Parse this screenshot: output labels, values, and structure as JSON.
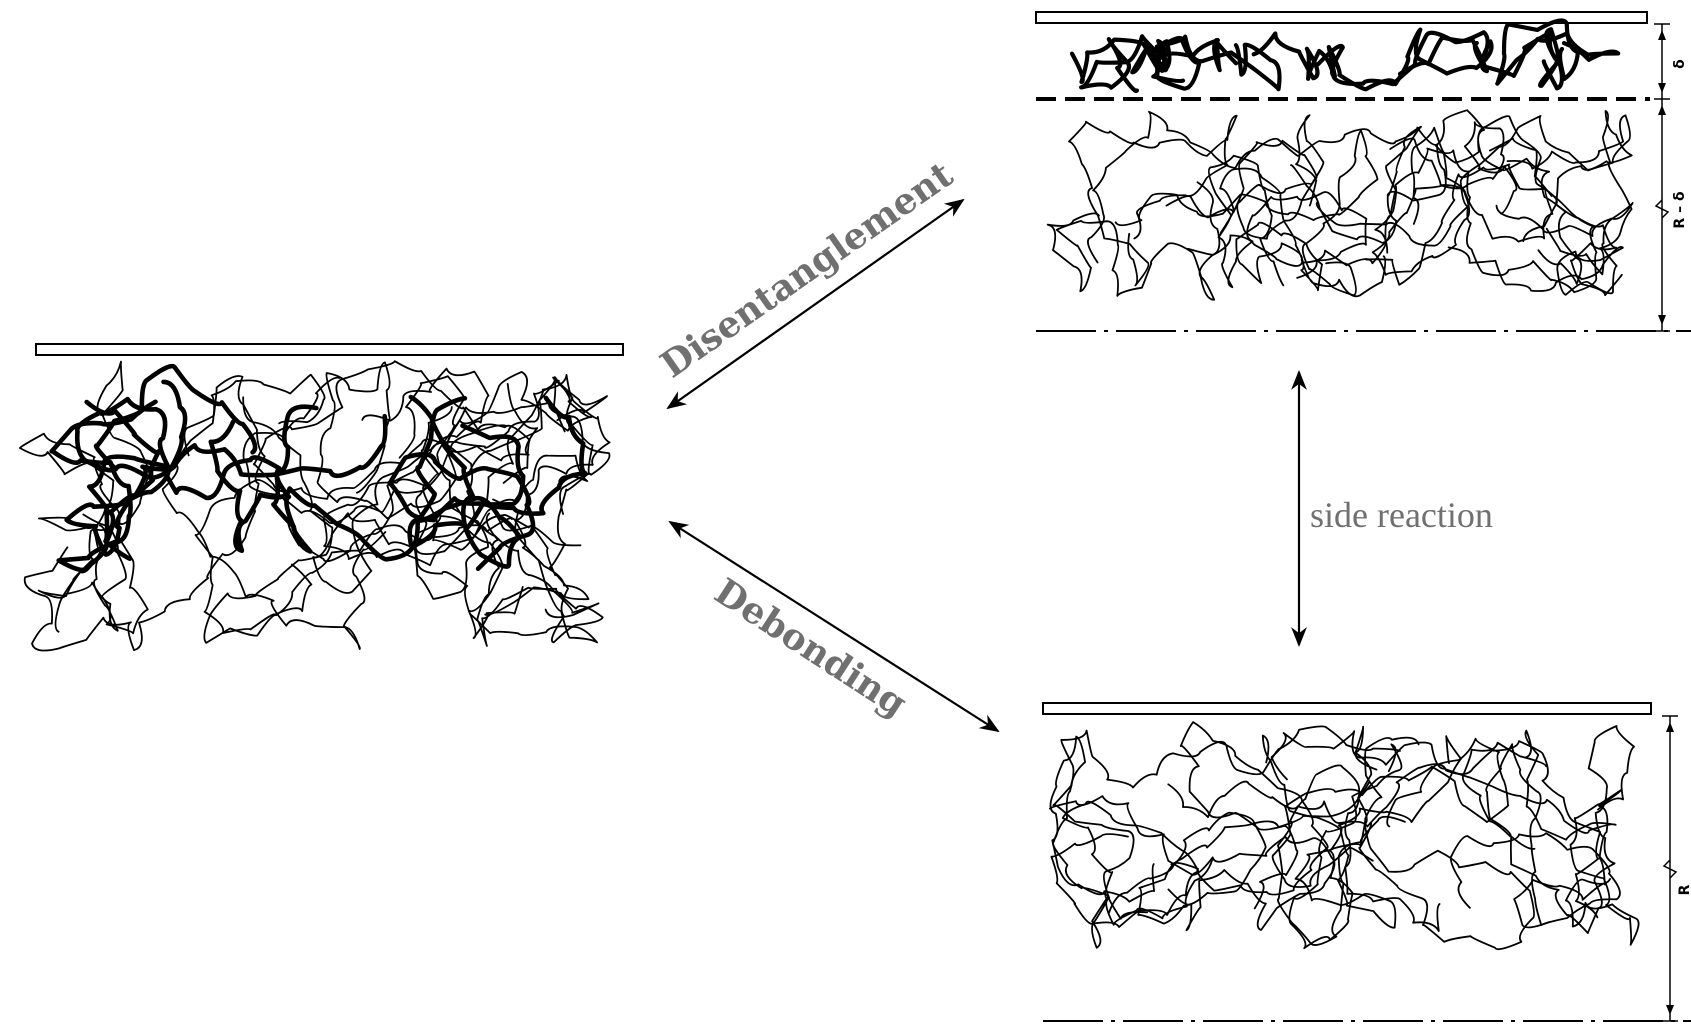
{
  "labels": {
    "disentanglement": "Disentanglement",
    "debonding": "Debonding",
    "side_reaction": "side reaction",
    "delta": "δ",
    "r_minus_delta": "R – δ",
    "r": "R"
  },
  "colors": {
    "ink": "#000000",
    "label": "#707070",
    "plate_fill": "#ffffff"
  },
  "panels": [
    {
      "name": "initial-state",
      "has_thick_chains": true,
      "chain_style": "interpenetrated"
    },
    {
      "name": "disentangled-state",
      "has_thick_chains": true,
      "chain_style": "separated-layer"
    },
    {
      "name": "debonded-state",
      "has_thick_chains": false,
      "chain_style": "coils-only"
    }
  ]
}
